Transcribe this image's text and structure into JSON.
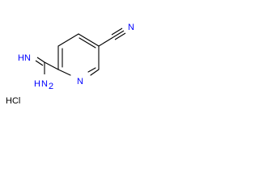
{
  "molecule": {
    "labels": {
      "nitrile_n": "N",
      "imine": "HN",
      "amine_h": "H",
      "amine_n": "N",
      "amine_sub": "2",
      "ring_n": "N",
      "salt": "HCl"
    },
    "colors": {
      "bond": "#000000",
      "heteroatom": "#0000ff",
      "halogen_salt": "#000000"
    }
  }
}
